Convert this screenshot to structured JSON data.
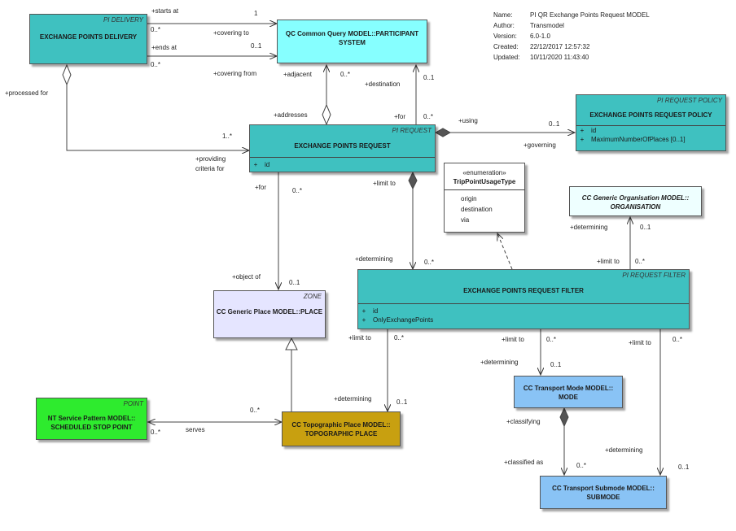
{
  "meta": {
    "name_label": "Name:",
    "name": "PI QR Exchange Points Request MODEL",
    "author_label": "Author:",
    "author": "Transmodel",
    "version_label": "Version:",
    "version": "6.0-1.0",
    "created_label": "Created:",
    "created": "22/12/2017 12:57:32",
    "updated_label": "Updated:",
    "updated": "10/11/2020 11:43:40"
  },
  "classes": {
    "delivery": {
      "stereotype": "PI DELIVERY",
      "title": "EXCHANGE POINTS DELIVERY"
    },
    "participant": {
      "title": "QC Common Query MODEL::PARTICIPANT SYSTEM"
    },
    "policy": {
      "stereotype": "PI REQUEST POLICY",
      "title": "EXCHANGE POINTS REQUEST POLICY",
      "attributes": [
        "id",
        "MaximumNumberOfPlaces [0..1]"
      ]
    },
    "request": {
      "stereotype": "PI REQUEST",
      "title": "EXCHANGE POINTS REQUEST",
      "attributes": [
        "id"
      ]
    },
    "enum": {
      "stereotype": "«enumeration»",
      "title": "TripPointUsageType",
      "literals": [
        "origin",
        "destination",
        "via"
      ]
    },
    "organisation": {
      "title": "CC Generic Organisation MODEL:: ORGANISATION"
    },
    "filter": {
      "stereotype": "PI REQUEST FILTER",
      "title": "EXCHANGE POINTS REQUEST FILTER",
      "attributes": [
        "id",
        "OnlyExchangePoints"
      ]
    },
    "place": {
      "stereotype": "ZONE",
      "title": "CC Generic Place MODEL::PLACE"
    },
    "stoppoint": {
      "stereotype": "POINT",
      "title": "NT Service Pattern MODEL:: SCHEDULED STOP POINT"
    },
    "topo": {
      "title": "CC Topographic Place MODEL:: TOPOGRAPHIC PLACE"
    },
    "mode": {
      "title": "CC Transport Mode MODEL:: MODE"
    },
    "submode": {
      "title": "CC Transport Submode MODEL:: SUBMODE"
    }
  },
  "visibility": "+",
  "labels": {
    "starts_at": "+starts at",
    "one": "1",
    "zero_many_a": "0..*",
    "covering_to": "+covering to",
    "ends_at": "+ends at",
    "zero_one_a": "0..1",
    "zero_many_b": "0..*",
    "covering_from": "+covering from",
    "processed_for": "+processed for",
    "adjacent": "+adjacent",
    "zero_many_c": "0..*",
    "destination": "+destination",
    "zero_one_b": "0..1",
    "addresses": "+addresses",
    "for_a": "+for",
    "zero_many_d": "0..*",
    "using": "+using",
    "zero_one_c": "0..1",
    "governing": "+governing",
    "one_many": "1..*",
    "providing": "+providing",
    "criteria_for": "criteria for",
    "for_b": "+for",
    "zero_many_e": "0..*",
    "limit_to_a": "+limit to",
    "determining_a": "+determining",
    "zero_one_d": "0..1",
    "limit_to_b": "+limit to",
    "zero_many_f": "0..*",
    "determining_b": "+determining",
    "zero_many_g": "0..*",
    "object_of": "+object of",
    "zero_one_e": "0..1",
    "limit_to_c": "+limit to",
    "zero_many_h": "0..*",
    "limit_to_d": "+limit to",
    "zero_many_i": "0..*",
    "limit_to_e": "+limit to",
    "zero_many_j": "0..*",
    "determining_c": "+determining",
    "zero_one_f": "0..1",
    "determining_d": "+determining",
    "zero_one_g": "0..1",
    "zero_many_k": "0..*",
    "zero_many_l": "0..*",
    "serves": "serves",
    "classifying": "+classifying",
    "determining_e": "+determining",
    "classified_as": "+classified as",
    "zero_many_m": "0..*",
    "zero_one_h": "0..1"
  }
}
